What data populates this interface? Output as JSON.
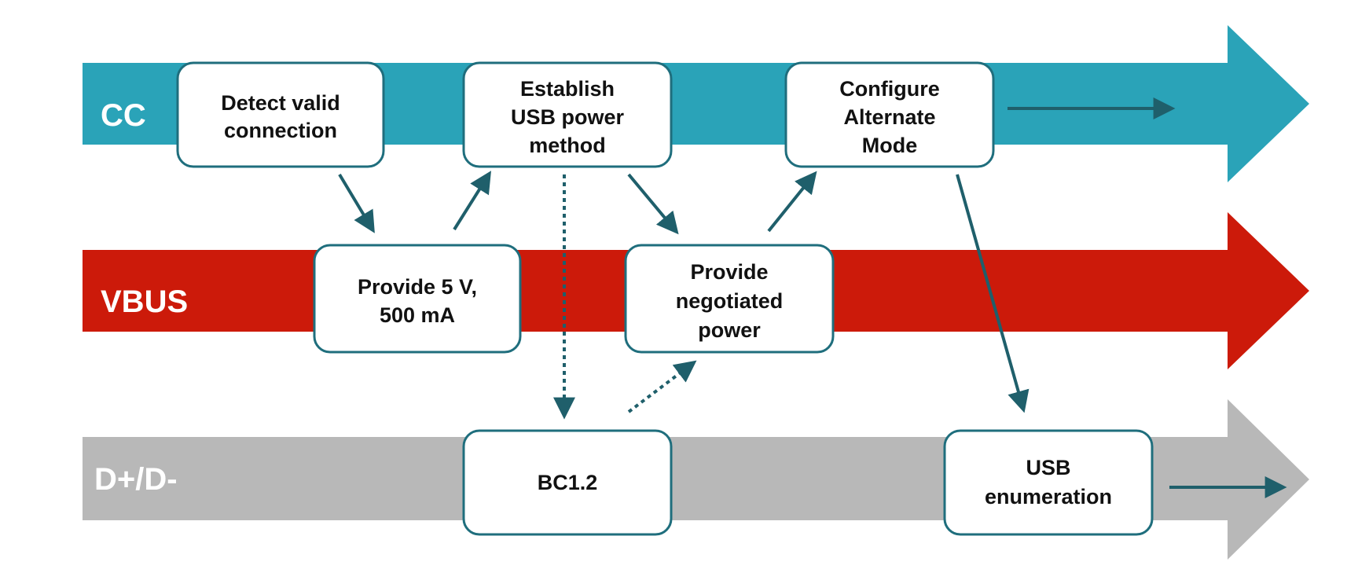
{
  "lanes": {
    "cc": {
      "label": "CC",
      "color": "#2aa3b8"
    },
    "vbus": {
      "label": "VBUS",
      "color": "#cc1a0a"
    },
    "dpdm": {
      "label": "D+/D-",
      "color": "#b8b8b8"
    }
  },
  "boxes": {
    "detect": {
      "line1": "Detect valid",
      "line2": "connection"
    },
    "establish": {
      "line1": "Establish",
      "line2": "USB power",
      "line3": "method"
    },
    "configure": {
      "line1": "Configure",
      "line2": "Alternate",
      "line3": "Mode"
    },
    "provide5v": {
      "line1": "Provide 5 V,",
      "line2": "500 mA"
    },
    "negotiated": {
      "line1": "Provide",
      "line2": "negotiated",
      "line3": "power"
    },
    "bc12": {
      "line1": "BC1.2"
    },
    "enumeration": {
      "line1": "USB",
      "line2": "enumeration"
    }
  },
  "colors": {
    "box_border": "#1f6e7d",
    "arrow": "#1f5f6b"
  }
}
